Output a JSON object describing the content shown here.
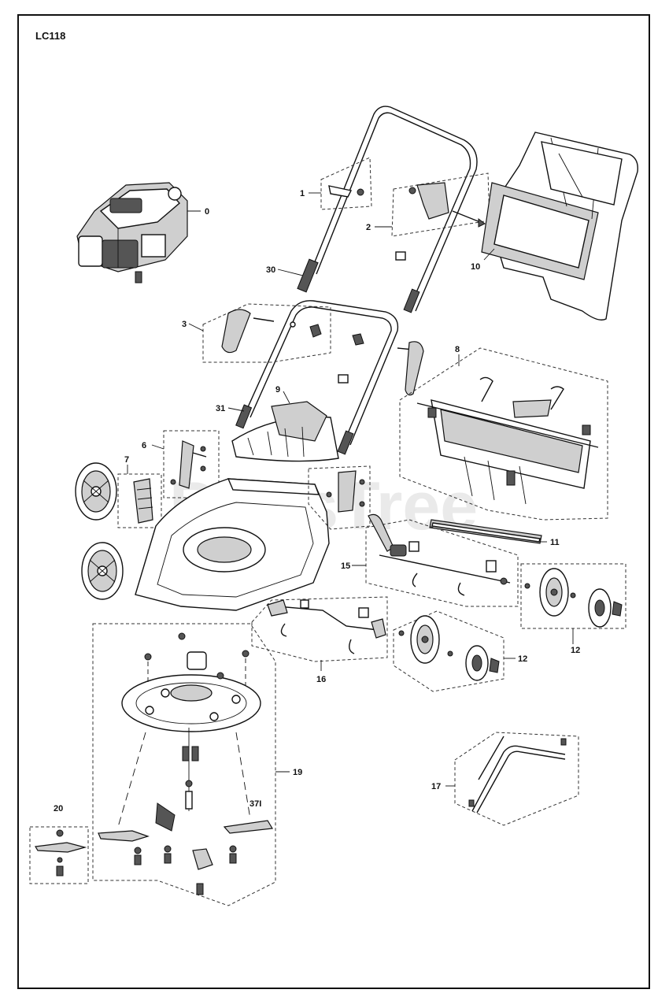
{
  "model_code": "LC118",
  "watermark": "PartsTree",
  "callouts": {
    "c0": "0",
    "c1": "1",
    "c2": "2",
    "c3": "3",
    "c6": "6",
    "c7": "7",
    "c8": "8",
    "c9": "9",
    "c10": "10",
    "c11": "11",
    "c12a": "12",
    "c12b": "12",
    "c15": "15",
    "c16": "16",
    "c17": "17",
    "c19": "19",
    "c20": "20",
    "c30": "30",
    "c31": "31",
    "c37": "37I"
  }
}
